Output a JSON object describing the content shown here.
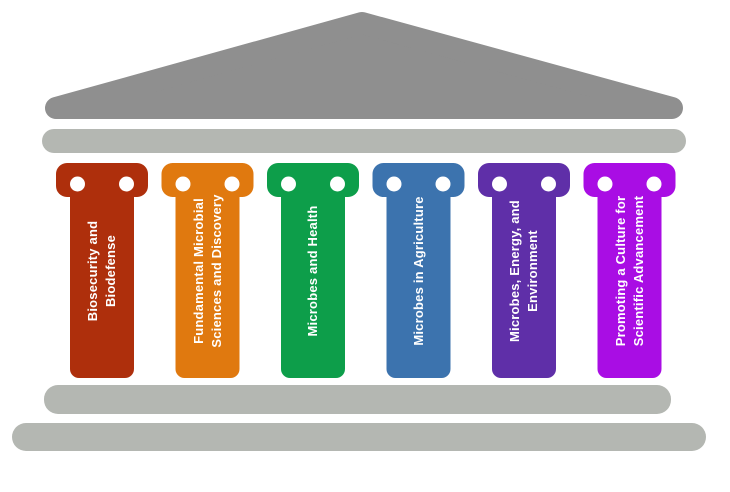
{
  "colors": {
    "pediment": "#8f8f8f",
    "beam": "#b4b7b2",
    "label_text": "#ffffff",
    "background": "#ffffff"
  },
  "pillars": [
    {
      "label": "Biosecurity and Biodefense",
      "line1": "Biosecurity and",
      "line2": "Biodefense",
      "color": "#ae2f0c"
    },
    {
      "label": "Fundamental Microbial Sciences and Discovery",
      "line1": "Fundamental Microbial",
      "line2": "Sciences and Discovery",
      "color": "#e0790f"
    },
    {
      "label": "Microbes and Health",
      "line1": "Microbes and Health",
      "line2": "",
      "color": "#0d9e4a"
    },
    {
      "label": "Microbes in Agriculture",
      "line1": "Microbes in Agriculture",
      "line2": "",
      "color": "#3c73ae"
    },
    {
      "label": "Microbes, Energy, and Environment",
      "line1": "Microbes, Energy, and",
      "line2": "Environment",
      "color": "#5f2fa8"
    },
    {
      "label": "Promoting a Culture for Scientific Advancement",
      "line1": "Promoting a Culture for",
      "line2": "Scientific Advancement",
      "color": "#a90de4"
    }
  ]
}
